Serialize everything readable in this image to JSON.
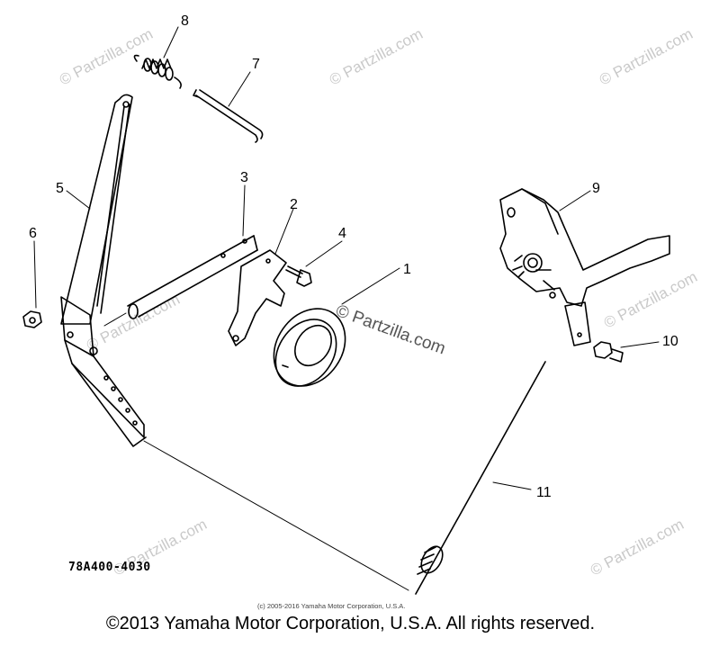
{
  "diagram_code": "78A400-4030",
  "small_copyright": "(c) 2005-2016 Yamaha Motor Corporation, U.S.A.",
  "footer_copyright": "©2013 Yamaha Motor Corporation, U.S.A. All rights reserved.",
  "watermark": {
    "text": "© Partzilla.com",
    "main_text": "© Partzilla.com"
  },
  "callouts": {
    "c1": "1",
    "c2": "2",
    "c3": "3",
    "c4": "4",
    "c5": "5",
    "c6": "6",
    "c7": "7",
    "c8": "8",
    "c9": "9",
    "c10": "10",
    "c11": "11"
  },
  "colors": {
    "line": "#000000",
    "watermark": "#c9c9c9",
    "background": "#ffffff"
  }
}
